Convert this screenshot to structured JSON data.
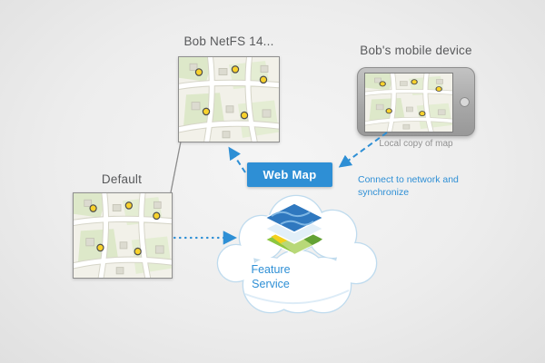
{
  "labels": {
    "netfs_map": "Bob NetFS 14...",
    "mobile_device": "Bob's mobile device",
    "local_copy": "Local copy of map",
    "default_map": "Default",
    "web_map": "Web Map",
    "connect_note": "Connect to network and synchronize",
    "feature_service": "Feature Service"
  },
  "colors": {
    "accent_blue": "#2e8fd5",
    "cloud_stroke": "#bfdbee",
    "label_gray": "#58595b",
    "caption_gray": "#919191",
    "map_border": "#8f8f8f",
    "poi_dot_yellow": "#f8d22c",
    "layer_top_blue": "#2f78bf",
    "layer_bottom_green": "#8dc63f"
  }
}
